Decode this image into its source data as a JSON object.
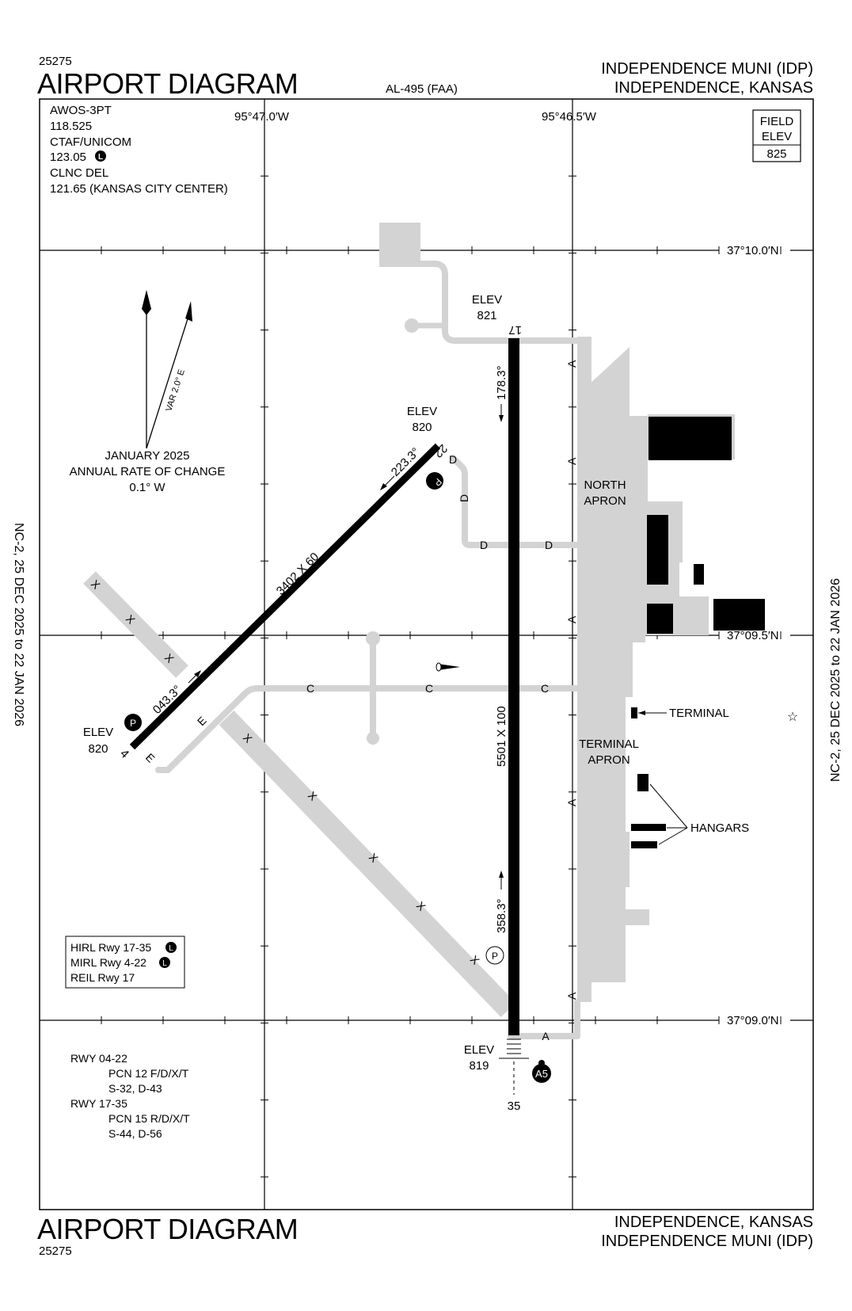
{
  "header": {
    "chart_number": "25275",
    "title": "AIRPORT DIAGRAM",
    "procedure_id": "AL-495 (FAA)",
    "airport_name": "INDEPENDENCE MUNI (IDP)",
    "location": "INDEPENDENCE, KANSAS"
  },
  "footer": {
    "title": "AIRPORT DIAGRAM",
    "chart_number": "25275",
    "location": "INDEPENDENCE, KANSAS",
    "airport_name": "INDEPENDENCE MUNI (IDP)"
  },
  "side_text": {
    "left": "NC-2,  25 DEC 2025  to  22 JAN 2026",
    "right": "NC-2,  25 DEC 2025  to  22 JAN 2026"
  },
  "comms": {
    "lines": [
      "AWOS-3PT",
      "118.525",
      "CTAF/UNICOM",
      "123.05",
      "CLNC DEL",
      "121.65 (KANSAS CITY CENTER)"
    ],
    "ctaf_symbol": "L"
  },
  "field_elev": {
    "label1": "FIELD",
    "label2": "ELEV",
    "value": "825"
  },
  "longitudes": [
    "95°47.0′W",
    "95°46.5′W"
  ],
  "latitudes": [
    "37°10.0′N",
    "37°09.5′N",
    "37°09.0′N"
  ],
  "magnetic": {
    "var_label": "VAR 2.0° E",
    "date": "JANUARY 2025",
    "rate_label": "ANNUAL RATE OF CHANGE",
    "rate_value": "0.1° W"
  },
  "runways": [
    {
      "id": "17-35",
      "dimensions": "5501 X 100",
      "heading_south": "178.3°",
      "heading_north": "358.3°",
      "end_north": {
        "number": "17",
        "elev_label": "ELEV",
        "elev": "821"
      },
      "end_south": {
        "number": "35",
        "elev_label": "ELEV",
        "elev": "819"
      }
    },
    {
      "id": "4-22",
      "dimensions": "3402 X 60",
      "heading_ne": "043.3°",
      "heading_sw": "223.3°",
      "end_sw": {
        "number": "4",
        "elev_label": "ELEV",
        "elev": "820"
      },
      "end_ne": {
        "number": "22",
        "elev_label": "ELEV",
        "elev": "820"
      }
    }
  ],
  "taxiway_labels": {
    "A": "A",
    "C": "C",
    "D": "D",
    "E": "E",
    "X": "X"
  },
  "symbols": {
    "papi": "P",
    "approach_lighting": "A5"
  },
  "areas": {
    "north_apron": [
      "NORTH",
      "APRON"
    ],
    "terminal_apron": [
      "TERMINAL",
      "APRON"
    ],
    "terminal": "TERMINAL",
    "hangars": "HANGARS"
  },
  "lighting_box": {
    "lines": [
      "HIRL Rwy 17-35",
      "MIRL Rwy 4-22",
      "REIL Rwy 17"
    ],
    "symbol": "L"
  },
  "pcn": {
    "lines": [
      "RWY 04-22",
      "PCN 12 F/D/X/T",
      "S-32, D-43",
      "RWY 17-35",
      "PCN 15 R/D/X/T",
      "S-44, D-56"
    ]
  },
  "colors": {
    "pavement": "#d3d3d3",
    "runway": "#000000",
    "grid": "#000000"
  }
}
